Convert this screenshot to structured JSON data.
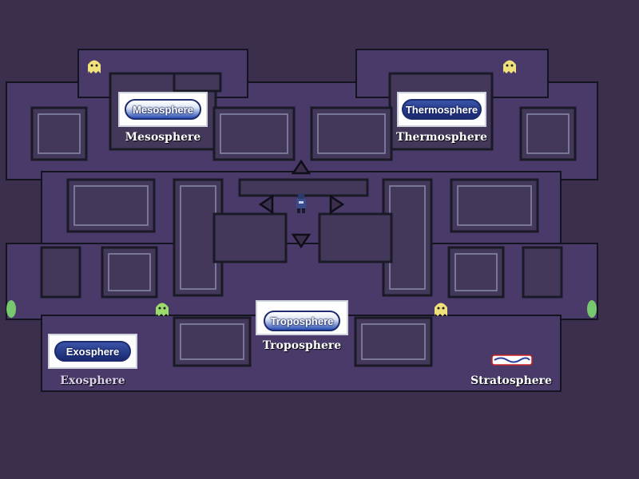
{
  "answers": [
    {
      "id": "mesosphere",
      "title": "Mesosphere",
      "label": "Mesosphere"
    },
    {
      "id": "thermosphere",
      "title": "Thermosphere",
      "label": "Thermosphere"
    },
    {
      "id": "troposphere",
      "title": "Troposphere",
      "label": "Troposphere"
    },
    {
      "id": "exosphere",
      "title": "Exosphere",
      "label": "Exosphere"
    },
    {
      "id": "stratosphere",
      "title": "",
      "label": "Stratosphere"
    }
  ],
  "controls": {
    "up": "up-arrow-icon",
    "down": "down-arrow-icon",
    "left": "left-arrow-icon",
    "right": "right-arrow-icon"
  },
  "colors": {
    "background": "#3b2f4d",
    "corridor": "#4a3a6a",
    "ghost": "#f0e27a",
    "ghost_green": "#9ddc6a",
    "portal": "#7fe070"
  }
}
